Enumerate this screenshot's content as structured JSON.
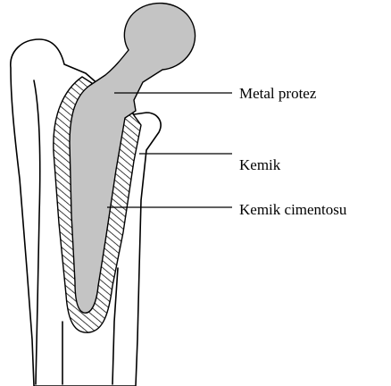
{
  "labels": {
    "metal_prosthesis": "Metal protez",
    "bone": "Kemik",
    "bone_cement": "Kemik cimentosu"
  },
  "colors": {
    "prosthesis_fill": "#c4c4c4",
    "line": "#000000",
    "background": "#ffffff"
  }
}
